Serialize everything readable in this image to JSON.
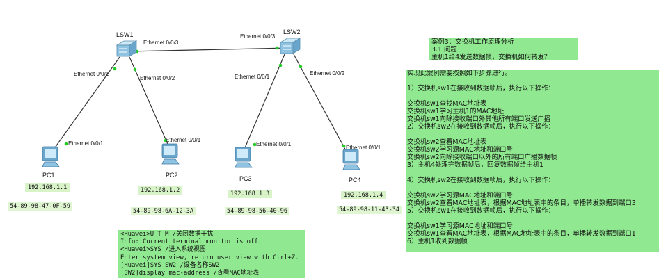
{
  "switches": [
    {
      "name": "LSW1",
      "icon": "switch-icon"
    },
    {
      "name": "LSW2",
      "icon": "switch-icon"
    }
  ],
  "pcs": [
    {
      "name": "PC1",
      "ip": "192.168.1.1",
      "mac": "54-89-98-47-0F-59",
      "icon": "pc-icon"
    },
    {
      "name": "PC2",
      "ip": "192.168.1.2",
      "mac": "54-89-98-6A-12-3A",
      "icon": "pc-icon"
    },
    {
      "name": "PC3",
      "ip": "192.168.1.3",
      "mac": "54-89-98-56-40-96",
      "icon": "pc-icon"
    },
    {
      "name": "PC4",
      "ip": "192.168.1.4",
      "mac": "54-89-98-11-43-34",
      "icon": "pc-icon"
    }
  ],
  "port_labels": {
    "lsw1_to_lsw2": "Ethernet 0/0/3",
    "lsw2_to_lsw1": "Ethernet 0/0/3",
    "lsw1_to_pc1": "Ethernet 0/0/1",
    "lsw1_to_pc2": "Ethernet 0/0/2",
    "lsw2_to_pc3": "Ethernet 0/0/1",
    "lsw2_to_pc4": "Ethernet 0/0/2",
    "pc1_port": "Ethernet 0/0/1",
    "pc2_port": "Ethernet 0/0/1",
    "pc3_port": "Ethernet 0/0/1",
    "pc4_port": "Ethernet 0/0/1"
  },
  "case_note": {
    "lines": [
      "案例3：交换机工作原理分析",
      "3.1 问题",
      "主机1给4发送数据帧，交换机如何转发？"
    ]
  },
  "steps_note": {
    "lines": [
      "实现此案例需要按照如下步骤进行。",
      "",
      "1）交换机sw1在接收到数据帧后，执行以下操作：",
      "",
      "交换机sw1查找MAC地址表",
      "交换机sw1学习主机1的MAC地址",
      "交换机sw1向除接收端口外其他所有端口发送广播",
      "2）交换机sw2在接收到数据帧后，执行以下操作：",
      "",
      "交换机sw2查看MAC地址表",
      "交换机sw2学习源MAC地址和端口号",
      "交换机sw2向除接收端口以外的所有端口广播数据帧",
      "3）主机4处理完数据帧后，回复数据帧给主机1",
      "",
      "4）交换机sw2在接收到数据帧后，执行以下操作：",
      "",
      "交换机sw2学习源MAC地址和端口号",
      "交换机sw2查看MAC地址表，根据MAC地址表中的条目，单播转发数据到端口3",
      "5）交换机sw1在接收到数据帧后，执行以下操作：",
      "",
      "交换机sw1学习源MAC地址和端口号",
      "交换机sw1查看MAC地址表，根据MAC地址表中的条目，单播转发数据到端口1",
      "6）主机1收到数据帧"
    ]
  },
  "cli_note": {
    "lines": [
      "<Huawei>U T M /关闭数据干扰",
      "Info: Current terminal monitor is off.",
      "<Huawei>SYS /进入系统视图",
      "Enter system view, return user view with Ctrl+Z.",
      "[Huawei]SYS SW2 /设备名称SW2",
      "[SW2]display mac-address /查看MAC地址表"
    ]
  },
  "colors": {
    "note_bg": "#90e890",
    "link": "#333333",
    "port_dot": "#22cc22"
  }
}
